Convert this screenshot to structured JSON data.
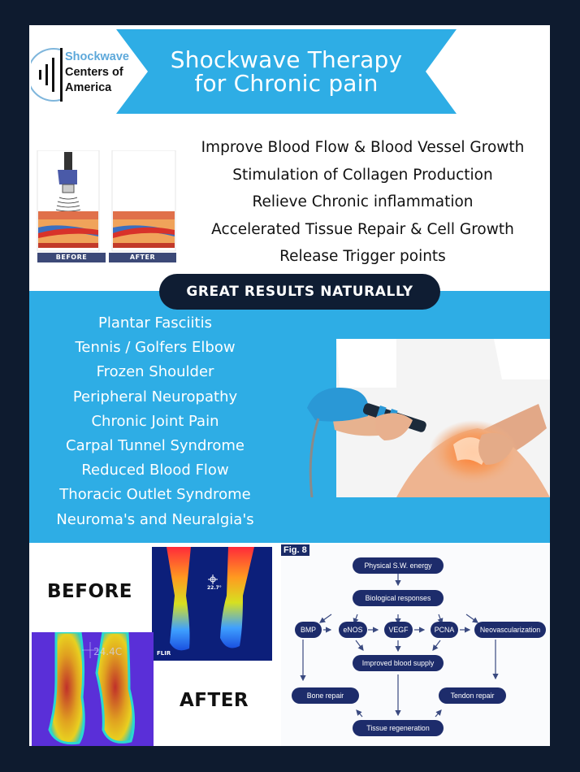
{
  "colors": {
    "frame": "#0e1b2f",
    "accent_blue": "#2eade5",
    "pill_navy": "#0f1d33",
    "diagram_navy": "#1d2c6b",
    "logo_blue": "#5da8da"
  },
  "logo": {
    "line1": "Shockwave",
    "line2": "Centers of",
    "line3": "America",
    "icon": "soundwave-circle-icon"
  },
  "header": {
    "title_line1": "Shockwave Therapy",
    "title_line2": "for Chronic pain"
  },
  "illustration": {
    "before_label": "BEFORE",
    "after_label": "AFTER"
  },
  "benefits": [
    "Improve Blood Flow & Blood Vessel Growth",
    "Stimulation of Collagen Production",
    "Relieve Chronic inflammation",
    "Accelerated Tissue Repair & Cell Growth",
    "Release Trigger points"
  ],
  "banner": {
    "label": "GREAT RESULTS NATURALLY"
  },
  "conditions": [
    "Plantar Fasciitis",
    "Tennis / Golfers Elbow",
    "Frozen Shoulder",
    "Peripheral Neuropathy",
    "Chronic Joint Pain",
    "Carpal Tunnel Syndrome",
    "Reduced Blood Flow",
    "Thoracic Outlet Syndrome",
    "Neuroma's and Neuralgia's"
  ],
  "thermal": {
    "before_label": "BEFORE",
    "after_label": "AFTER",
    "image_a_temp": "22.7°",
    "image_a_brand": "FLIR",
    "image_b_temp": "24.4C"
  },
  "diagram": {
    "tag": "Fig. 8",
    "nodes": {
      "energy": "Physical S.W. energy",
      "bio": "Biological responses",
      "bmp": "BMP",
      "enos": "eNOS",
      "vegf": "VEGF",
      "pcna": "PCNA",
      "neo": "Neovascularization",
      "blood": "Improved blood supply",
      "bone": "Bone repair",
      "tendon": "Tendon repair",
      "tissue": "Tissue regeneration"
    }
  }
}
